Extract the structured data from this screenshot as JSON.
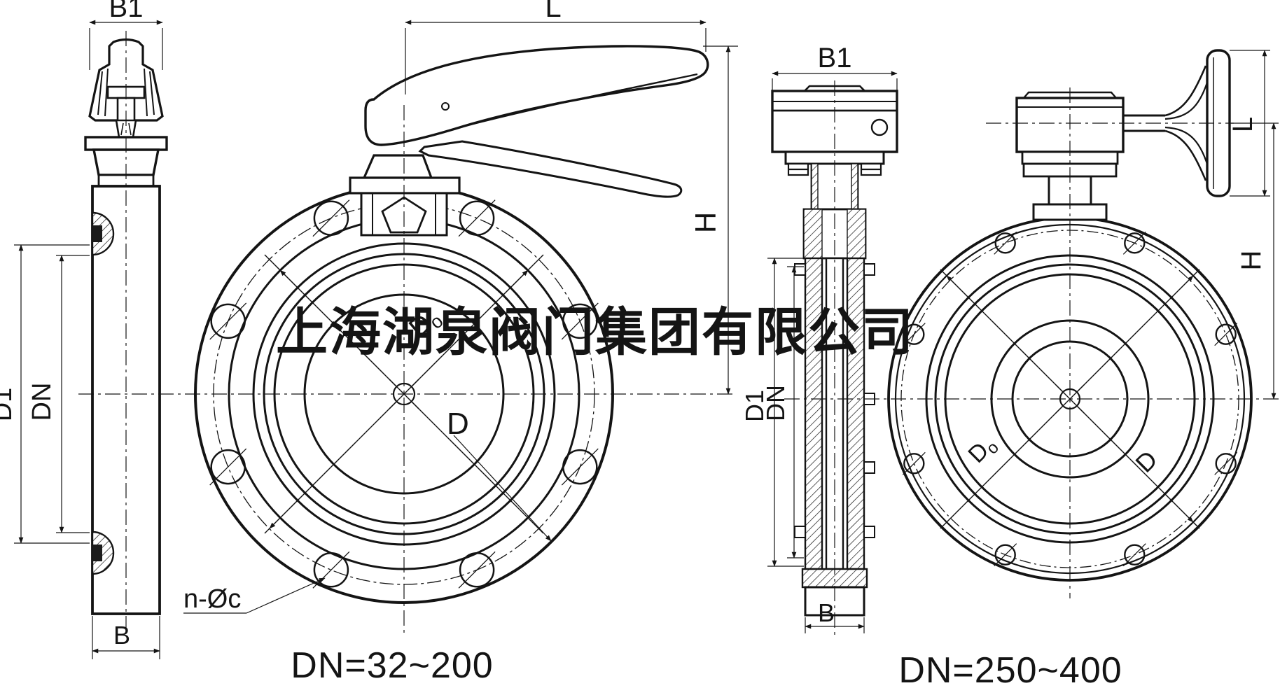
{
  "drawing": {
    "watermark": "上海湖泉阀门集团有限公司",
    "colors": {
      "ink": "#141414",
      "bg": "#ffffff"
    },
    "views": {
      "lever_side": {
        "description": "side profile of wafer butterfly valve with lever, DN 32-200",
        "dim_b1": "B1",
        "dim_d1": "D1",
        "dim_dn": "DN",
        "dim_b": "B"
      },
      "lever_front": {
        "caption": "DN=32~200",
        "dim_l": "L",
        "dim_h": "H",
        "label_do_main": "D",
        "label_do_sub": "o",
        "label_d": "D",
        "label_bolts": "n-Øc"
      },
      "gear_side": {
        "description": "side profile of wafer butterfly valve with gearbox, DN 250-400",
        "dim_b1": "B1",
        "dim_d1": "D1",
        "dim_dn": "DN",
        "dim_b": "B"
      },
      "gear_front": {
        "caption": "DN=250~400",
        "dim_l": "L",
        "dim_h": "H",
        "label_do_main": "D",
        "label_do_sub": "o",
        "label_d": "D"
      }
    }
  }
}
